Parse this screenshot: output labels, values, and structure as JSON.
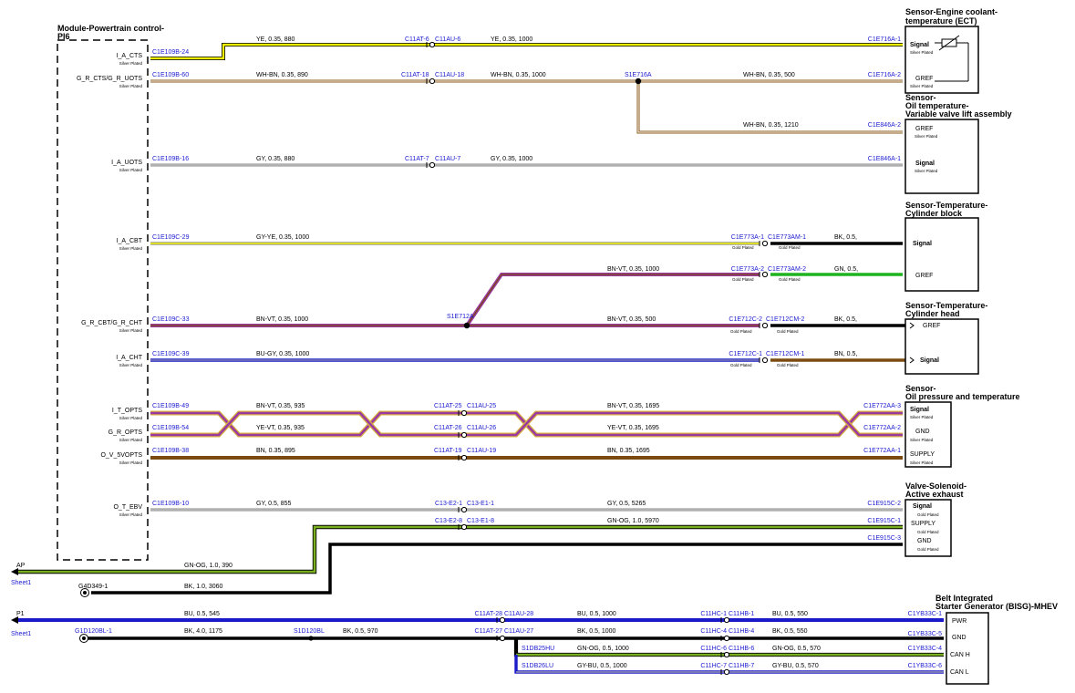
{
  "module": {
    "title_line1": "Module-Powertrain control-",
    "title_line2": "PI6"
  },
  "module_pins": [
    {
      "name": "I_A_CTS",
      "note": "Silver Plated"
    },
    {
      "name": "G_R_CTS/G_R_UOTS",
      "note": "Silver Plated"
    },
    {
      "name": "I_A_UOTS",
      "note": "Silver Plated"
    },
    {
      "name": "I_A_CBT",
      "note": "Silver Plated"
    },
    {
      "name": "G_R_CBT/G_R_CHT",
      "note": "Silver Plated"
    },
    {
      "name": "I_A_CHT",
      "note": "Silver Plated"
    },
    {
      "name": "I_T_OPTS",
      "note": "Silver Plated"
    },
    {
      "name": "G_R_OPTS",
      "note": "Silver Plated"
    },
    {
      "name": "O_V_5VOPTS",
      "note": "Silver Plated"
    },
    {
      "name": "O_T_EBV",
      "note": "Silver Plated"
    }
  ],
  "wires": [
    {
      "src": "C1E109B-24",
      "spec1": "YE, 0.35, 880",
      "conn": [
        "C11AT-6",
        "C11AU-6"
      ],
      "spec2": "YE, 0.35, 1000",
      "dst": "C1E716A-1"
    },
    {
      "src": "C1E109B-60",
      "spec1": "WH-BN, 0.35, 890",
      "conn": [
        "C11AT-18",
        "C11AU-18"
      ],
      "spec2": "WH-BN, 0.35, 1000",
      "splice": "S1E716A",
      "spec3": "WH-BN, 0.35, 500",
      "dst": "C1E716A-2"
    },
    {
      "spec": "WH-BN, 0.35, 1210",
      "dst": "C1E846A-2"
    },
    {
      "src": "C1E109B-16",
      "spec1": "GY, 0.35, 880",
      "conn": [
        "C11AT-7",
        "C11AU-7"
      ],
      "spec2": "GY, 0.35, 1000",
      "dst": "C1E846A-1"
    },
    {
      "src": "C1E109C-29",
      "spec1": "GY-YE, 0.35, 1000",
      "conn": [
        "C1E773A-1",
        "C1E773AM-1"
      ],
      "spec2": "BK, 0.5,"
    },
    {
      "spec1": "BN-VT, 0.35, 1000",
      "conn": [
        "C1E773A-2",
        "C1E773AM-2"
      ],
      "spec2": "GN, 0.5,"
    },
    {
      "src": "C1E109C-33",
      "spec1": "BN-VT, 0.35, 1000",
      "splice": "S1E712A",
      "spec2": "BN-VT, 0.35, 500",
      "conn": [
        "C1E712C-2",
        "C1E712CM-2"
      ],
      "spec3": "BK, 0.5,"
    },
    {
      "src": "C1E109C-39",
      "spec1": "BU-GY, 0.35, 1000",
      "conn": [
        "C1E712C-1",
        "C1E712CM-1"
      ],
      "spec2": "BN, 0.5,"
    },
    {
      "src": "C1E109B-49",
      "spec1": "BN-VT, 0.35, 935",
      "conn": [
        "C11AT-25",
        "C11AU-25"
      ],
      "spec2": "BN-VT, 0.35, 1695",
      "dst": "C1E772AA-3"
    },
    {
      "src": "C1E109B-54",
      "spec1": "YE-VT, 0.35, 935",
      "conn": [
        "C11AT-26",
        "C11AU-26"
      ],
      "spec2": "YE-VT, 0.35, 1695",
      "dst": "C1E772AA-2"
    },
    {
      "src": "C1E109B-38",
      "spec1": "BN, 0.35, 895",
      "conn": [
        "C11AT-19",
        "C11AU-19"
      ],
      "spec2": "BN, 0.35, 1695",
      "dst": "C1E772AA-1"
    },
    {
      "src": "C1E109B-10",
      "spec1": "GY, 0.5, 855",
      "conn": [
        "C13-E2-1",
        "C13-E1-1"
      ],
      "spec2": "GY, 0.5, 5265",
      "dst": "C1E915C-2"
    },
    {
      "conn": [
        "C13-E2-8",
        "C13-E1-8"
      ],
      "spec2": "GN-OG, 1.0, 5970",
      "dst": "C1E915C-1"
    },
    {
      "dst": "C1E915C-3"
    },
    {
      "src": "AP",
      "src_sheet": "Sheet1",
      "spec1": "GN-OG, 1.0, 390"
    },
    {
      "src": "G4D349-1",
      "spec1": "BK, 1.0, 3060"
    },
    {
      "src": "P1",
      "src_sheet": "Sheet1",
      "spec1": "BU, 0.5, 545",
      "conn": [
        "C11AT-28",
        "C11AU-28"
      ],
      "spec2": "BU, 0.5, 1000",
      "conn2": [
        "C11HC-1",
        "C11HB-1"
      ],
      "spec3": "BU, 0.5, 550",
      "dst": "C1YB33C-1"
    },
    {
      "src": "G1D120BL-1",
      "spec1": "BK, 4.0, 1175",
      "splice": "S1D120BL",
      "spec2": "BK, 0.5, 970",
      "conn": [
        "C11AT-27",
        "C11AU-27"
      ],
      "spec3": "BK, 0.5, 1000",
      "conn2": [
        "C11HC-4",
        "C11HB-4"
      ],
      "spec4": "BK, 0.5, 550",
      "dst": "C1YB33C-5"
    },
    {
      "src": "S1DB25HU",
      "spec1": "GN-OG, 0.5, 1000",
      "conn": [
        "C11HC-6",
        "C11HB-6"
      ],
      "spec2": "GN-OG, 0.5, 570",
      "dst": "C1YB33C-4"
    },
    {
      "src": "S1DB26LU",
      "spec1": "GY-BU, 0.5, 1000",
      "conn": [
        "C11HC-7",
        "C11HB-7"
      ],
      "spec2": "GY-BU, 0.5, 570",
      "dst": "C1YB33C-6"
    }
  ],
  "components": [
    {
      "title": [
        "Sensor-Engine coolant-",
        "temperature (ECT)"
      ],
      "pins": [
        "Signal",
        "GREF"
      ],
      "notes": [
        "Silver Plated",
        "Silver Plated"
      ]
    },
    {
      "title": [
        "Sensor-",
        "Oil temperature-",
        "Variable valve lift assembly"
      ],
      "pins": [
        "GREF",
        "Signal"
      ],
      "notes": [
        "Silver Plated",
        "Silver Plated"
      ]
    },
    {
      "title": [
        "Sensor-Temperature-",
        "Cylinder block"
      ],
      "pins": [
        "Signal",
        "GREF"
      ]
    },
    {
      "title": [
        "Sensor-Temperature-",
        "Cylinder head"
      ],
      "pins": [
        "GREF",
        "Signal"
      ]
    },
    {
      "title": [
        "Sensor-",
        "Oil pressure and temperature"
      ],
      "pins": [
        "Signal",
        "GND",
        "SUPPLY"
      ],
      "notes": [
        "Silver Plated",
        "Silver Plated",
        "Silver Plated"
      ]
    },
    {
      "title": [
        "Valve-Solenoid-",
        "Active exhaust"
      ],
      "pins": [
        "Signal",
        "SUPPLY",
        "GND"
      ],
      "notes": [
        "Gold Plated",
        "Gold Plated",
        "Gold Plated"
      ]
    },
    {
      "title": [
        "Belt Integrated",
        "Starter Generator (BISG)-MHEV"
      ],
      "pins": [
        "PWR",
        "GND",
        "CAN H",
        "CAN L"
      ]
    }
  ],
  "plating": {
    "gold": "Gold Plated",
    "silver": "Silver Plated"
  },
  "colors": {
    "pin_text": "#1a1ad0",
    "YE": "#f2f200",
    "WH-BN": "#8a5a1a",
    "GY": "#b0b0b0",
    "BK": "#000000",
    "GN": "#1fb31f",
    "BN": "#7a4a10",
    "BU": "#1a1ac8",
    "VT": "#9a3aa0",
    "GN-OG": "#7ab020"
  }
}
